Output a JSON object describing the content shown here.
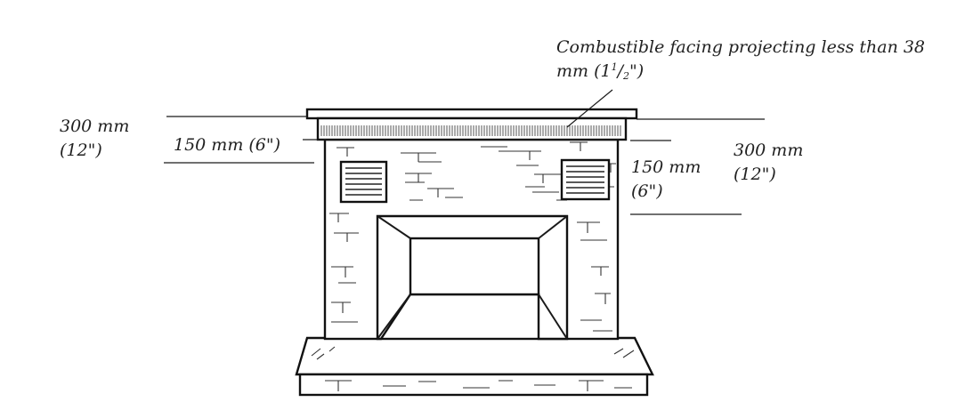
{
  "labels": {
    "facing_note_line1": "Combustible facing projecting less than 38",
    "facing_note_line2_prefix": "mm (1",
    "facing_note_sup": "1",
    "facing_note_slash": "/",
    "facing_note_sub": "2",
    "facing_note_suffix": "\")",
    "left_top_mm": "300 mm",
    "left_top_in": "(12\")",
    "left_side": "150 mm (6\")",
    "right_side_mm": "150 mm",
    "right_side_in": "(6\")",
    "right_top_mm": "300 mm",
    "right_top_in": "(12\")"
  },
  "colors": {
    "line": "#1a1a1a",
    "text": "#222222",
    "background": "#ffffff"
  }
}
